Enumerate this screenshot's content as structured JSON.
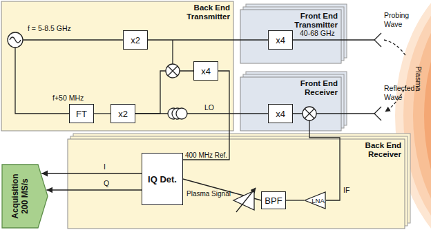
{
  "diagram": {
    "nodes": [
      {
        "text": [
          "Back End Transmitter"
        ]
      },
      {
        "text": [
          "x2"
        ],
        "in": 0
      },
      {
        "text": [
          "x4"
        ],
        "in": 0
      },
      {
        "text": [
          "FT"
        ],
        "in": 0
      },
      {
        "text": [
          "x2"
        ],
        "in": 0
      },
      {
        "text": [
          "Front End Transmitter"
        ]
      },
      {
        "text": [
          "x4"
        ],
        "in": 5
      },
      {
        "text": [
          "Front End Receiver"
        ]
      },
      {
        "text": [
          "x4"
        ],
        "in": 7
      },
      {
        "text": [
          "Back End Receiver"
        ]
      },
      {
        "text": [
          "IQ Det."
        ],
        "in": 9
      },
      {
        "text": [
          "BPF"
        ],
        "in": 9
      },
      {
        "text": [
          "LNA"
        ],
        "in": 9
      },
      {
        "text": [
          "Acquisition 200 MS/s"
        ]
      }
    ],
    "edges": [
      {
        "from": 1,
        "to": 6,
        "arrow": "none"
      },
      {
        "from": 3,
        "to": 4,
        "arrow": "none"
      },
      {
        "from": 4,
        "to": 2,
        "arrow": "none"
      },
      {
        "from": 4,
        "to": 8,
        "label": "LO",
        "arrow": "none"
      },
      {
        "from": 2,
        "to": 10,
        "label": "400 MHz Ref.",
        "arrow": "none"
      },
      {
        "from": 8,
        "to": 12,
        "label": "IF",
        "arrow": "none"
      },
      {
        "from": 12,
        "to": 11,
        "arrow": "none"
      },
      {
        "from": 11,
        "to": 10,
        "label": "Plasma Signal",
        "arrow": "none"
      },
      {
        "from": 10,
        "to": 13,
        "label": "I",
        "arrow": "to"
      },
      {
        "from": 10,
        "to": 13,
        "label": "Q",
        "arrow": "to"
      }
    ],
    "labels": [
      "f = 5-8.5 GHz",
      "f+50 MHz",
      "40-68 GHz",
      "Probing Wave",
      "Reflected Wave",
      "Plasma"
    ]
  }
}
